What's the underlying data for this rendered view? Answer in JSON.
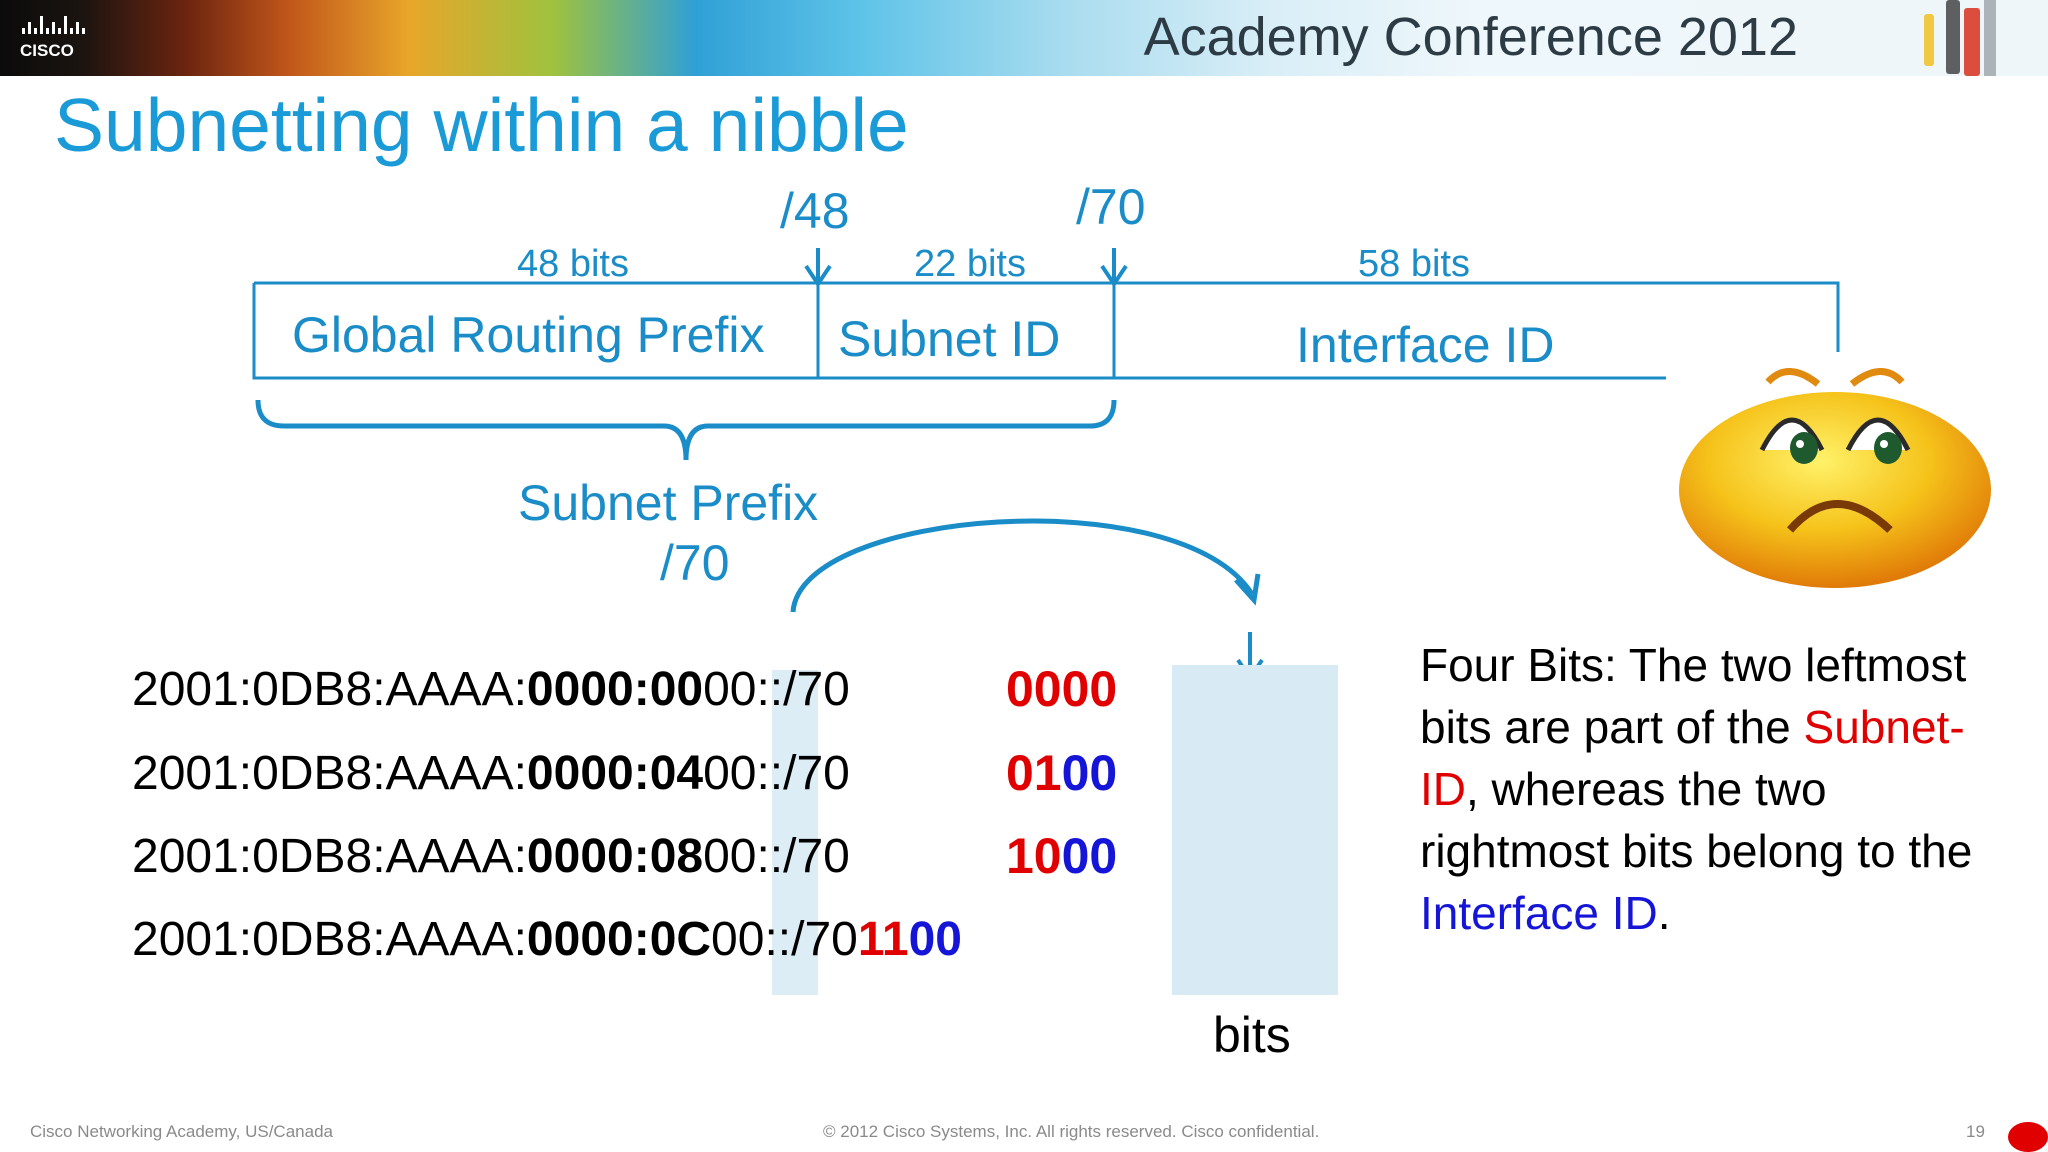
{
  "header": {
    "brand": "CISCO",
    "conference": "Academy Conference 2012"
  },
  "title": "Subnetting within a nibble",
  "diagram": {
    "prefix_markers": [
      "/48",
      "/70"
    ],
    "segments": [
      {
        "bits": "48 bits",
        "name": "Global Routing Prefix"
      },
      {
        "bits": "22 bits",
        "name": "Subnet ID"
      },
      {
        "bits": "58 bits",
        "name": "Interface ID"
      }
    ],
    "subnet_prefix_label": "Subnet Prefix",
    "subnet_prefix_len": "/70"
  },
  "addresses": [
    {
      "prefix": "2001:0DB8:AAAA:",
      "bold": "0000:00",
      "rest": "00::/70",
      "bits_red": "0000",
      "bits_blue": ""
    },
    {
      "prefix": "2001:0DB8:AAAA:",
      "bold": "0000:04",
      "rest": "00::/70",
      "bits_red": "01",
      "bits_blue": "00"
    },
    {
      "prefix": "2001:0DB8:AAAA:",
      "bold": "0000:08",
      "rest": "00::/70",
      "bits_red": "10",
      "bits_blue": "00"
    },
    {
      "prefix": "2001:0DB8:AAAA:",
      "bold": "0000:0C",
      "rest": "00::/70",
      "bits_red": "11",
      "bits_blue": "00"
    }
  ],
  "bits_label": "bits",
  "description": {
    "part1": "Four Bits: The two leftmost bits are part of the ",
    "subnet_term": "Subnet-ID",
    "part2": ", whereas the two rightmost bits belong to the ",
    "interface_term": "Interface ID",
    "part3": "."
  },
  "footer": {
    "left": "Cisco Networking Academy, US/Canada",
    "center": "© 2012 Cisco Systems, Inc. All rights reserved. Cisco confidential.",
    "page": "19"
  },
  "colors": {
    "accent_blue": "#1a9ad6",
    "diagram_blue": "#1a8cc8",
    "red": "#e00000",
    "dark_blue": "#1515d8"
  }
}
